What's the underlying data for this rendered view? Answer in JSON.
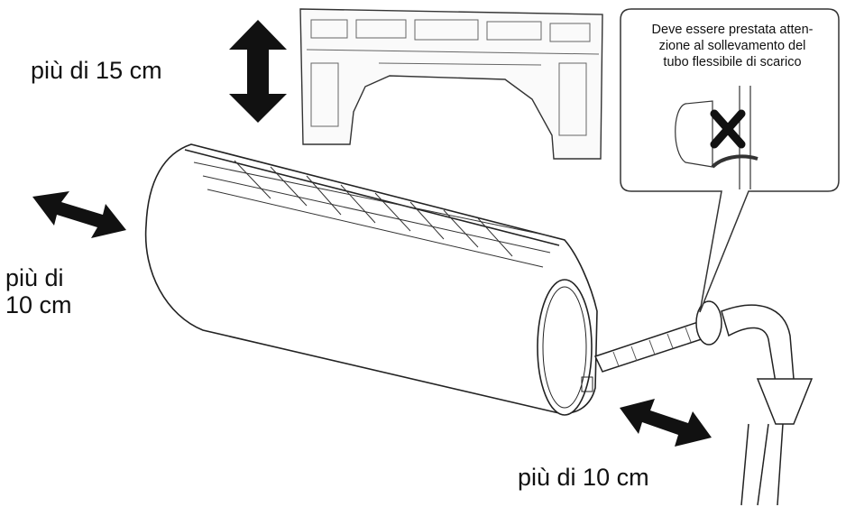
{
  "labels": {
    "top_clearance": "più di 15 cm",
    "side_clearance_line1": "più di",
    "side_clearance_line2": "10 cm",
    "bottom_right_clearance": "più di 10 cm"
  },
  "callout": {
    "line1": "Deve essere prestata atten-",
    "line2": "zione al sollevamento del",
    "line3": "tubo flessibile di scarico"
  },
  "colors": {
    "line": "#222222",
    "arrow_fill": "#111111",
    "background": "#ffffff"
  },
  "icons": [
    "double-arrow-vertical",
    "double-arrow-horizontal",
    "cross-mark"
  ]
}
